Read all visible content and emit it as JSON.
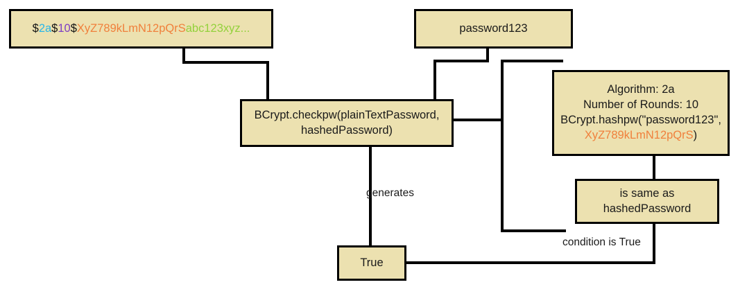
{
  "diagram": {
    "type": "flowchart",
    "background_color": "#ffffff",
    "node_fill_color": "#ece1b0",
    "node_border_color": "#000000",
    "edge_color": "#000000"
  },
  "nodes": {
    "hashed_password": {
      "name": "hashed-password-node",
      "segments": [
        {
          "text": "$",
          "color": "#111111"
        },
        {
          "text": "2a",
          "color": "#29b6e8"
        },
        {
          "text": "$",
          "color": "#111111"
        },
        {
          "text": "10",
          "color": "#7d3fc4"
        },
        {
          "text": "$",
          "color": "#111111"
        },
        {
          "text": "XyZ789kLmN12pQrS",
          "color": "#f0803c"
        },
        {
          "text": "abc123xyz...",
          "color": "#93d13c"
        }
      ],
      "full_text": "$2a$10$XyZ789kLmN12pQrSabc123xyz..."
    },
    "plain_password": {
      "name": "plain-password-node",
      "label": "password123"
    },
    "checkpw": {
      "name": "bcrypt-checkpw-node",
      "line1": "BCrypt.checkpw(plainTextPassword,",
      "line2": "hashedPassword)"
    },
    "algorithm_details": {
      "name": "algorithm-details-node",
      "line1": "Algorithm: 2a",
      "line2": "Number of Rounds: 10",
      "line3": "BCrypt.hashpw(\"password123\",",
      "line4_salt": "XyZ789kLmN12pQrS",
      "line4_tail": ")",
      "salt_color": "#f0803c"
    },
    "is_same_as": {
      "name": "is-same-as-node",
      "line1": "is same as",
      "line2": "hashedPassword"
    },
    "result_true": {
      "name": "result-true-node",
      "label": "True"
    }
  },
  "edge_labels": {
    "generates": "generates",
    "condition_is_true": "condition is True"
  }
}
